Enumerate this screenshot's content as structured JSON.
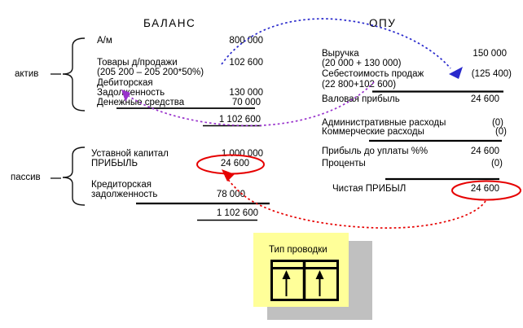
{
  "titles": {
    "balance": "БАЛАНС",
    "opu": "ОПУ"
  },
  "side_labels": {
    "assets": "актив",
    "liabilities": "пассив"
  },
  "balance": {
    "asset_rows": [
      {
        "label": "А/м",
        "value": "800 000"
      },
      {
        "label": "Товары д/продажи",
        "value": "102 600"
      },
      {
        "label": "(205 200 – 205 200*50%)",
        "value": ""
      },
      {
        "label": "Дебиторская",
        "value": ""
      },
      {
        "label": "Задолженность",
        "value": "130 000"
      },
      {
        "label": "Денежные средства",
        "value": "70 000"
      },
      {
        "label": "",
        "value": "1 102 600"
      }
    ],
    "liability_rows": [
      {
        "label": "Уставной капитал",
        "value": "1 000 000"
      },
      {
        "label": "ПРИБЫЛЬ",
        "value": "24 600"
      },
      {
        "label": "Кредиторская",
        "value": ""
      },
      {
        "label": "задолженность",
        "value": "78 000"
      },
      {
        "label": "",
        "value": "1 102 600"
      }
    ]
  },
  "opu": {
    "rows": [
      {
        "label": "Выручка",
        "value": "150 000"
      },
      {
        "label": "(20 000 + 130 000)",
        "value": ""
      },
      {
        "label": "Себестоимость продаж",
        "value": "(125 400)"
      },
      {
        "label": "(22 800+102 600)",
        "value": ""
      },
      {
        "label": "Валовая прибыль",
        "value": "24 600"
      },
      {
        "label": "Административные расходы",
        "value": "(0)"
      },
      {
        "label": "Коммерческие расходы",
        "value": "(0)"
      },
      {
        "label": "Прибыль до уплаты %%",
        "value": "24 600"
      },
      {
        "label": "Проценты",
        "value": "(0)"
      },
      {
        "label": "Чистая ПРИБЫЛ",
        "value": "24 600"
      }
    ]
  },
  "note": {
    "title": "Тип проводки"
  },
  "colors": {
    "arrow_blue": "#2929cc",
    "arrow_purple": "#9933cc",
    "arrow_red": "#e60000",
    "highlight_yellow": "#ffff99",
    "shadow_gray": "#c0c0c0"
  }
}
